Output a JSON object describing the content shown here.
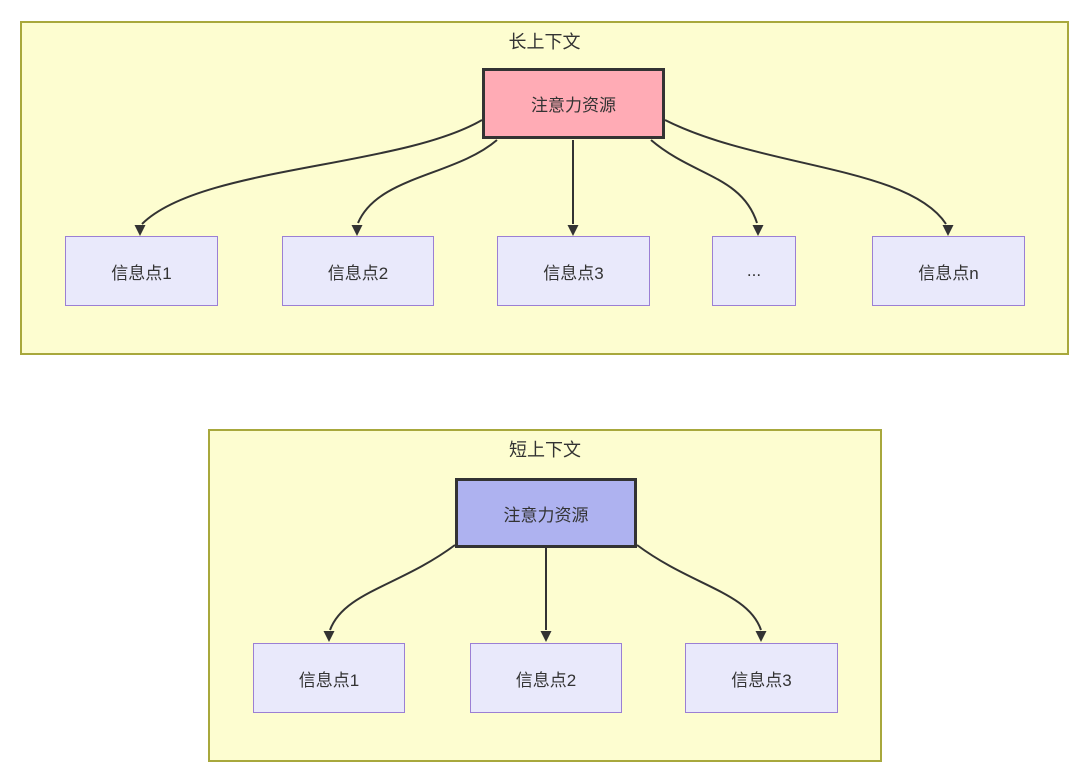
{
  "colors": {
    "canvas_background": "#ffffff",
    "panel_fill": "#fdfdd0",
    "panel_border": "#a8a83c",
    "long_source_fill": "#ffabb5",
    "short_source_fill": "#aeb2f0",
    "info_node_fill": "#e9e9fb",
    "info_node_border": "#9b7fd4",
    "edge_line": "#333333",
    "text": "#333333"
  },
  "long_context": {
    "title": "长上下文",
    "source_label": "注意力资源",
    "targets": [
      {
        "label": "信息点1"
      },
      {
        "label": "信息点2"
      },
      {
        "label": "信息点3"
      },
      {
        "label": "..."
      },
      {
        "label": "信息点n"
      }
    ]
  },
  "short_context": {
    "title": "短上下文",
    "source_label": "注意力资源",
    "targets": [
      {
        "label": "信息点1"
      },
      {
        "label": "信息点2"
      },
      {
        "label": "信息点3"
      }
    ]
  }
}
